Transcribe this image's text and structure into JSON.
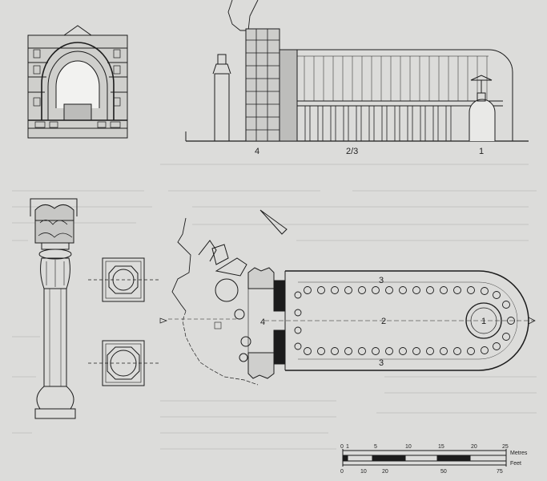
{
  "section_labels": [
    "4",
    "2/3",
    "1"
  ],
  "plan_labels": {
    "aisle_top": "3",
    "nave": "2",
    "aisle_bottom": "3",
    "stupa": "1",
    "vestibule": "4"
  },
  "scale_bar": {
    "metres_ticks": [
      "0",
      "1",
      "5",
      "10",
      "15",
      "20",
      "25"
    ],
    "metres_label": "Metres",
    "feet_ticks": [
      "0",
      "10",
      "20",
      "50",
      "75"
    ],
    "feet_label": "Feet"
  },
  "colors": {
    "paper": "#dcdcda",
    "ink": "#1c1c1c",
    "bleed": "#bdbdbb"
  }
}
